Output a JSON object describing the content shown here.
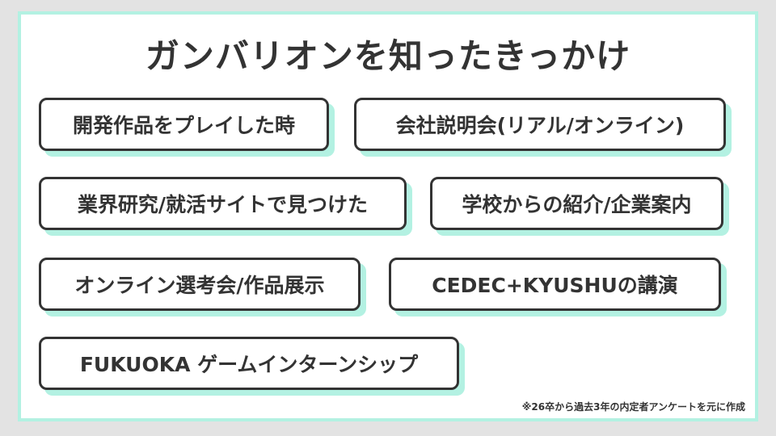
{
  "title": "ガンバリオンを知ったきっかけ",
  "items": [
    "開発作品をプレイした時",
    "会社説明会(リアル/オンライン)",
    "業界研究/就活サイトで見つけた",
    "学校からの紹介/企業案内",
    "オンライン選考会/作品展示",
    "CEDEC+KYUSHUの講演",
    "FUKUOKA ゲームインターンシップ"
  ],
  "note": "※26卒から過去3年の内定者アンケートを元に作成",
  "colors": {
    "accent": "#b3f1e2",
    "text": "#333333",
    "background": "#e3e3e3"
  }
}
